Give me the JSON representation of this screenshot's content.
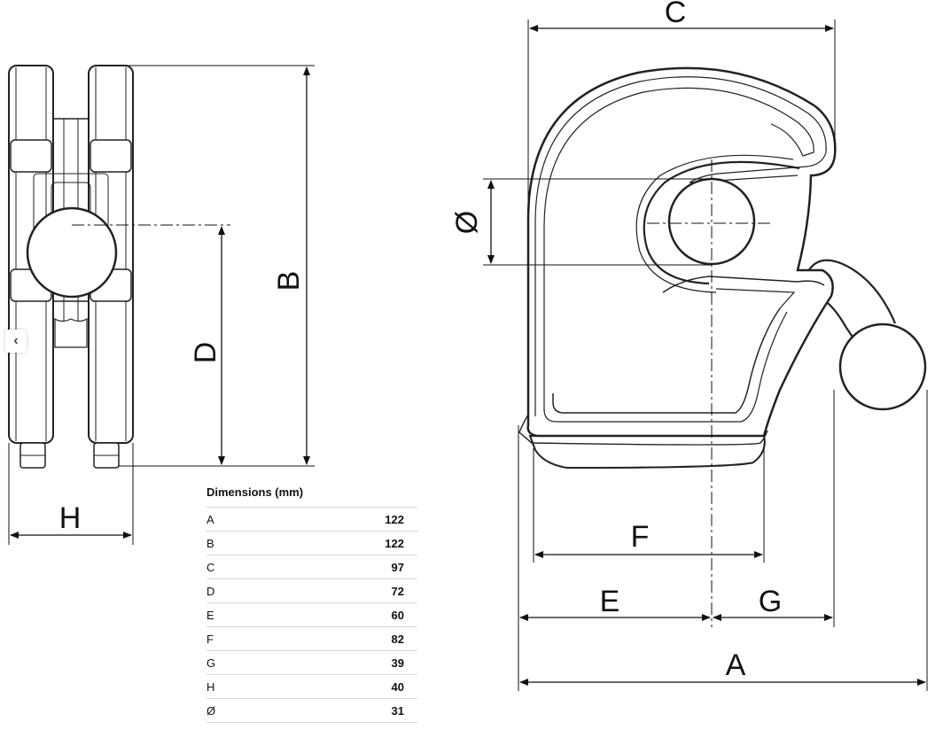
{
  "diagram": {
    "labels": {
      "A": "A",
      "B": "B",
      "C": "C",
      "D": "D",
      "E": "E",
      "F": "F",
      "G": "G",
      "H": "H",
      "diameter": "Ø"
    }
  },
  "table": {
    "title": "Dimensions (mm)",
    "rows": [
      {
        "label": "A",
        "value": "122"
      },
      {
        "label": "B",
        "value": "122"
      },
      {
        "label": "C",
        "value": "97"
      },
      {
        "label": "D",
        "value": "72"
      },
      {
        "label": "E",
        "value": "60"
      },
      {
        "label": "F",
        "value": "82"
      },
      {
        "label": "G",
        "value": "39"
      },
      {
        "label": "H",
        "value": "40"
      },
      {
        "label": "Ø",
        "value": "31"
      }
    ]
  },
  "controls": {
    "prev_icon": "chevron-left-icon",
    "prev_glyph": "‹"
  }
}
